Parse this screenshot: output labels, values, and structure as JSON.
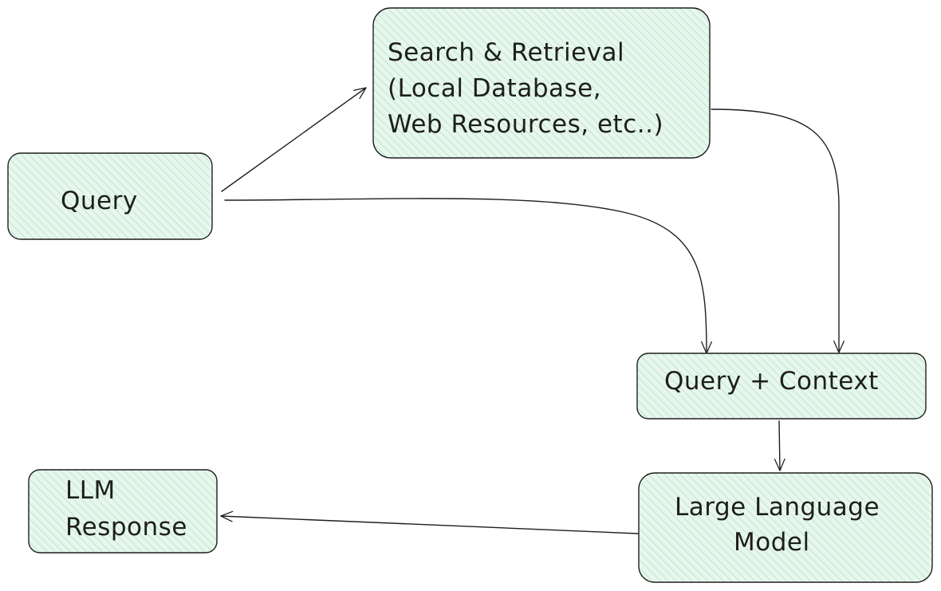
{
  "diagram": {
    "colors": {
      "box_fill": "#e8f7ee",
      "hatch": "#b2e2c3",
      "stroke": "#1e1e1e"
    },
    "nodes": {
      "query": {
        "lines": [
          "Query"
        ]
      },
      "search": {
        "lines": [
          "Search & Retrieval",
          "(Local Database,",
          "Web Resources, etc..)"
        ]
      },
      "query_context": {
        "lines": [
          "Query + Context"
        ]
      },
      "llm": {
        "lines": [
          "Large Language",
          "Model"
        ]
      },
      "response": {
        "lines": [
          "LLM",
          "Response"
        ]
      }
    },
    "edges": [
      {
        "from": "query",
        "to": "search"
      },
      {
        "from": "query",
        "to": "query_context"
      },
      {
        "from": "search",
        "to": "query_context"
      },
      {
        "from": "query_context",
        "to": "llm"
      },
      {
        "from": "llm",
        "to": "response"
      }
    ]
  }
}
